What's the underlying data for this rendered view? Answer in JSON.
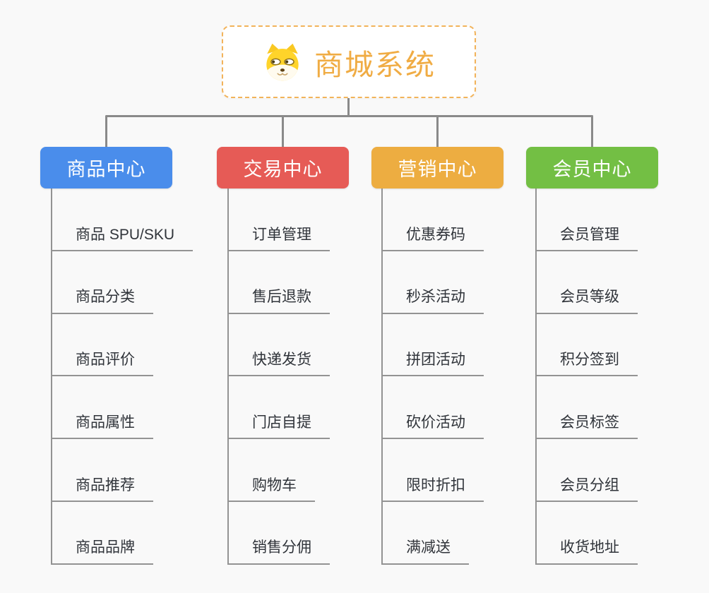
{
  "root": {
    "title": "商城系统",
    "icon": "doge-icon",
    "accent_color": "#F0AC44",
    "border_color": "#F2B35A"
  },
  "connector_color": "#8A8A8A",
  "child_line_color": "#939393",
  "branches": [
    {
      "label": "商品中心",
      "color": "#4A8DEB",
      "children": [
        "商品 SPU/SKU",
        "商品分类",
        "商品评价",
        "商品属性",
        "商品推荐",
        "商品品牌"
      ]
    },
    {
      "label": "交易中心",
      "color": "#E65B56",
      "children": [
        "订单管理",
        "售后退款",
        "快递发货",
        "门店自提",
        "购物车",
        "销售分佣"
      ]
    },
    {
      "label": "营销中心",
      "color": "#EDAD41",
      "children": [
        "优惠券码",
        "秒杀活动",
        "拼团活动",
        "砍价活动",
        "限时折扣",
        "满减送"
      ]
    },
    {
      "label": "会员中心",
      "color": "#73BF44",
      "children": [
        "会员管理",
        "会员等级",
        "积分签到",
        "会员标签",
        "会员分组",
        "收货地址"
      ]
    }
  ]
}
